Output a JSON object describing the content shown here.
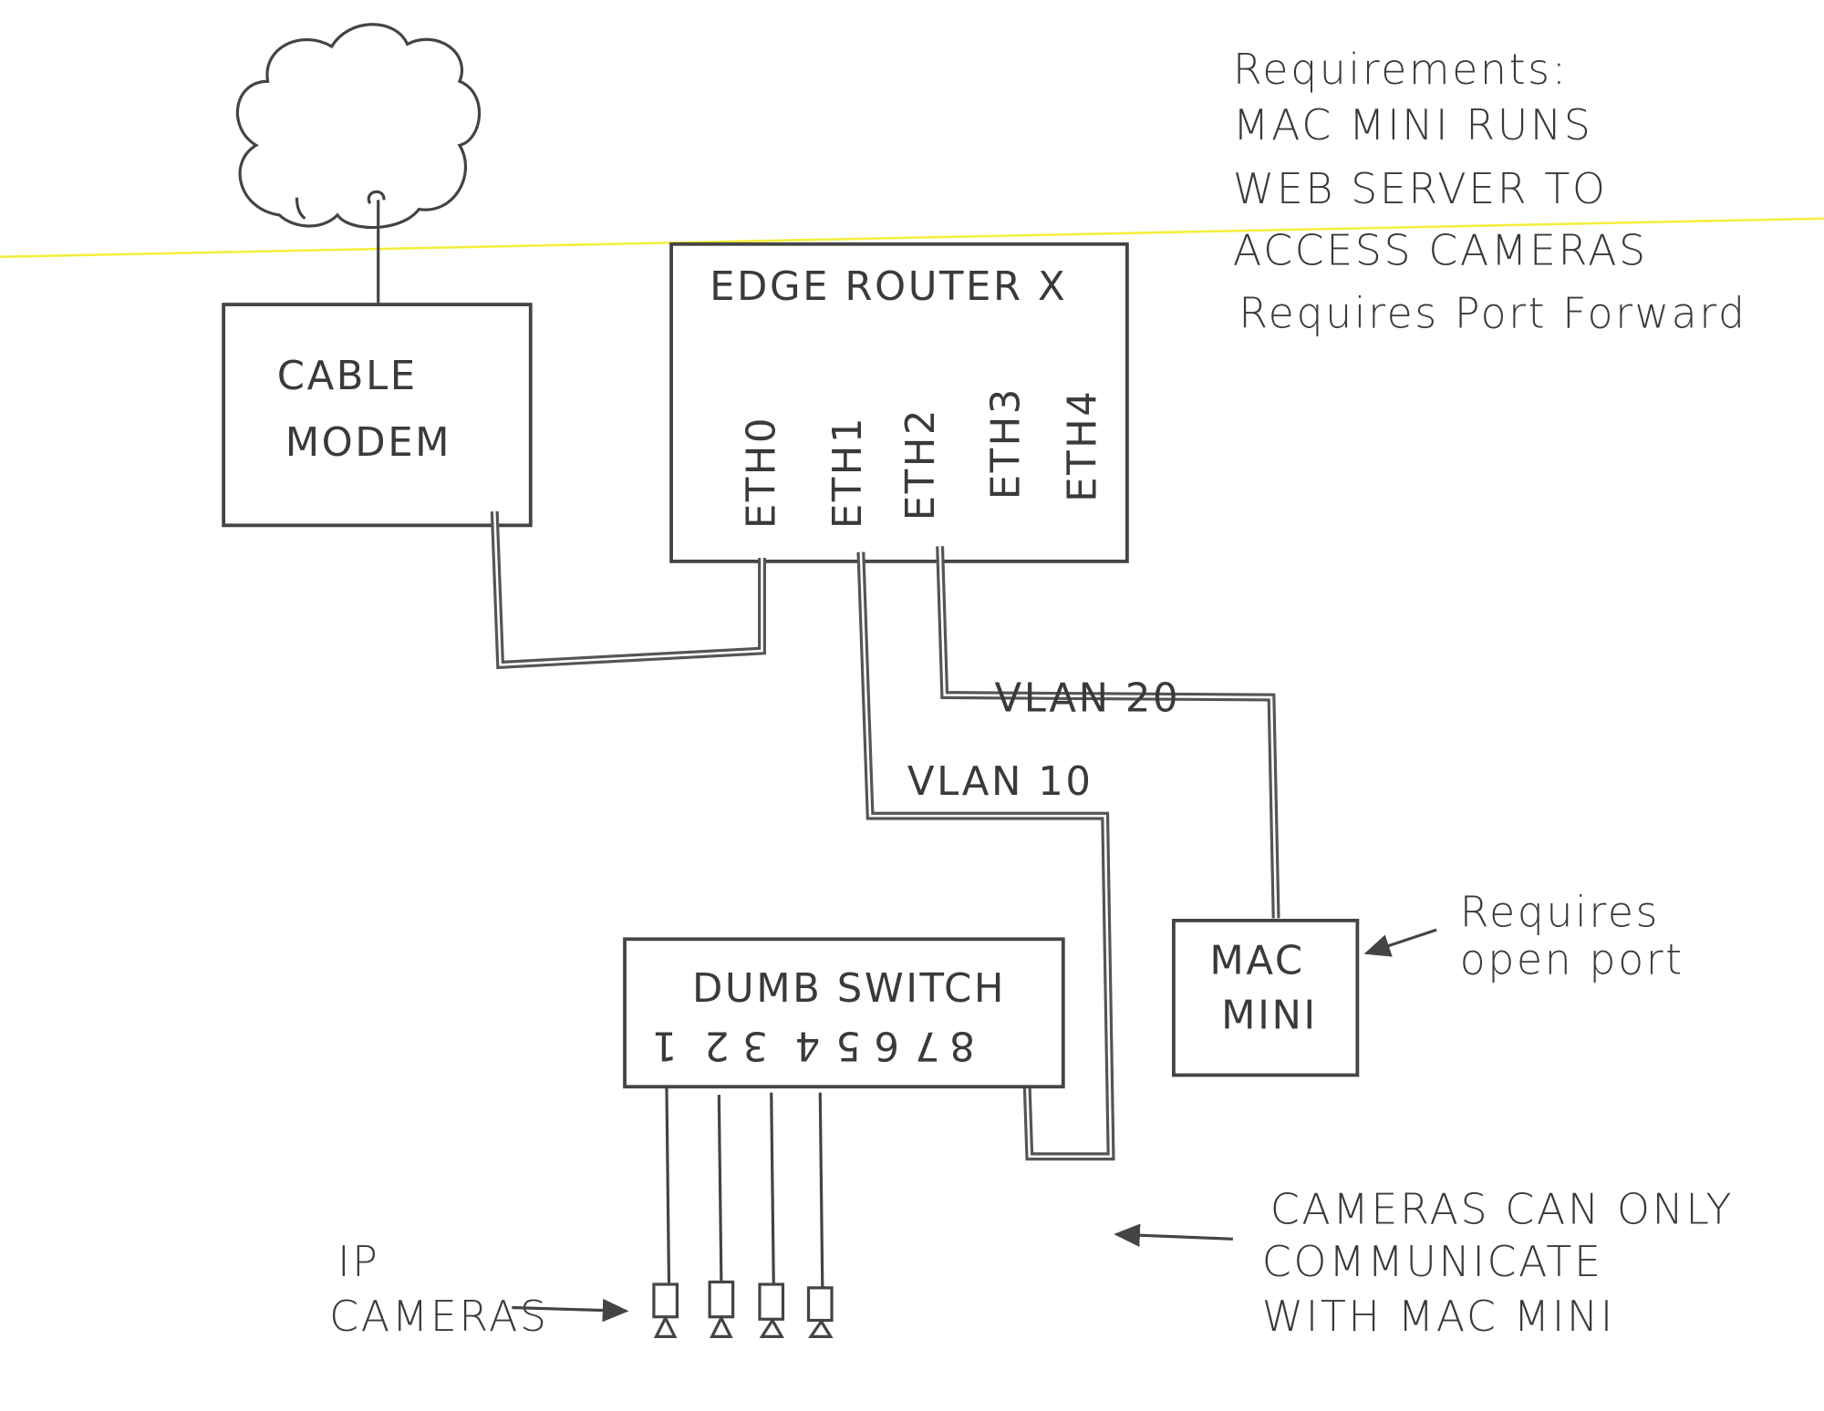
{
  "requirements": {
    "lines": [
      "Requirements:",
      "MAC MINI RUNS",
      "WEB SERVER TO",
      "ACCESS CAMERAS",
      "Requires Port Forward"
    ]
  },
  "cloud": {
    "icon": "cloud-icon"
  },
  "cable_modem": {
    "line1": "CABLE",
    "line2": "MODEM"
  },
  "edge_router": {
    "title": "EDGE ROUTER X",
    "ports": [
      "ETH0",
      "ETH1",
      "ETH2",
      "ETH3",
      "ETH4"
    ]
  },
  "vlans": {
    "vlan20": "VLAN 20",
    "vlan10": "VLAN 10"
  },
  "mac_mini": {
    "line1": "MAC",
    "line2": "MINI"
  },
  "mac_mini_note": {
    "line1": "Requires",
    "line2": "open port"
  },
  "dumb_switch": {
    "title": "DUMB SWITCH",
    "ports": [
      "1",
      "2",
      "3",
      "4",
      "5",
      "6",
      "7",
      "8"
    ]
  },
  "ip_cameras": {
    "line1": "IP",
    "line2": "CAMERAS",
    "count": 4,
    "icon": "camera-icon"
  },
  "cameras_note": {
    "lines": [
      "CAMERAS CAN ONLY",
      "COMMUNICATE",
      "WITH MAC MINI"
    ]
  },
  "colors": {
    "ink": "#444444",
    "highlight_line": "#f2ef3a",
    "paper": "#ffffff"
  }
}
